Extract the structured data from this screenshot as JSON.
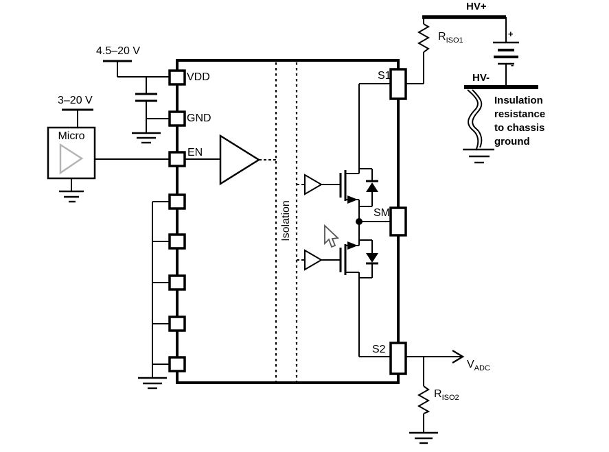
{
  "labels": {
    "vdd_supply": "4.5–20 V",
    "micro_supply": "3–20 V",
    "micro": "Micro",
    "pin_vdd": "VDD",
    "pin_gnd": "GND",
    "pin_en": "EN",
    "pin_s1": "S1",
    "pin_sm": "SM",
    "pin_s2": "S2",
    "isolation": "Isolation",
    "hv_plus": "HV+",
    "hv_minus": "HV-",
    "battery_plus": "+",
    "battery_minus": "-",
    "riso1": {
      "main": "R",
      "sub": "ISO1"
    },
    "riso2": {
      "main": "R",
      "sub": "ISO2"
    },
    "vadc": {
      "main": "V",
      "sub": "ADC"
    }
  },
  "note": {
    "lines": [
      "Insulation",
      "resistance",
      "to chassis",
      "ground"
    ]
  },
  "colors": {
    "line": "#000000",
    "micro_buffer": "#b4b4b4",
    "cursor_outline": "#555555"
  }
}
